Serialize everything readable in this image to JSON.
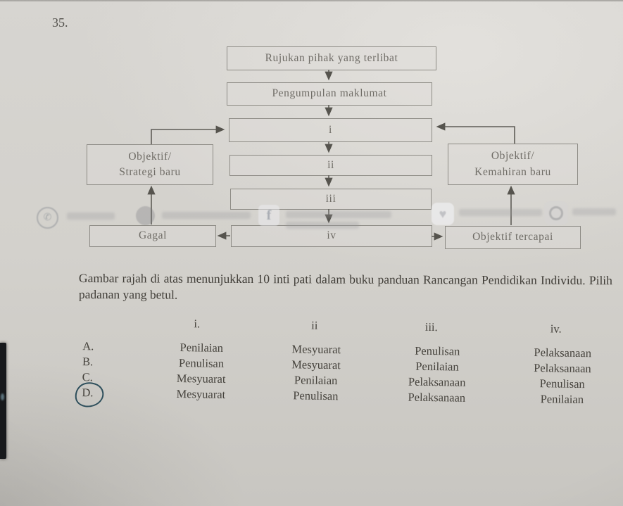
{
  "colors": {
    "paper": "#d3d1cc",
    "ink": "#45423c",
    "box_border": "#8d8b85",
    "diagram_text": "#6f6c66",
    "arrow": "#56544e",
    "selection_ink": "#2e4f5c"
  },
  "page": {
    "question_number": "35.",
    "question_text": "Gambar rajah di atas menunjukkan 10 inti pati dalam buku panduan Rancangan Pendidikan Individu. Pilih padanan yang betul."
  },
  "diagram": {
    "boxes": {
      "rujukan": "Rujukan pihak yang terlibat",
      "pengumpulan": "Pengumpulan maklumat",
      "step_i": "i",
      "step_ii": "ii",
      "step_iii": "iii",
      "step_iv": "iv",
      "objektif_strategi": {
        "line1": "Objektif/",
        "line2": "Strategi baru"
      },
      "gagal": "Gagal",
      "objektif_kemahiran": {
        "line1": "Objektif/",
        "line2": "Kemahiran baru"
      },
      "objektif_tercapai": "Objektif tercapai"
    }
  },
  "answers": {
    "headers": [
      "i.",
      "ii",
      "iii.",
      "iv."
    ],
    "rows": [
      {
        "label": "A.",
        "values": [
          "Penilaian",
          "Mesyuarat",
          "Penulisan",
          "Pelaksanaan"
        ]
      },
      {
        "label": "B.",
        "values": [
          "Penulisan",
          "Mesyuarat",
          "Penilaian",
          "Pelaksanaan"
        ]
      },
      {
        "label": "C.",
        "values": [
          "Mesyuarat",
          "Penilaian",
          "Pelaksanaan",
          "Penulisan"
        ]
      },
      {
        "label": "D.",
        "values": [
          "Mesyuarat",
          "Penulisan",
          "Pelaksanaan",
          "Penilaian"
        ]
      }
    ],
    "selected_option": "D"
  },
  "watermark": {
    "icons": [
      "phone-icon",
      "globe-icon",
      "facebook-icon",
      "heart-icon",
      "camera-icon"
    ],
    "glyphs": {
      "phone": "✆",
      "globe": "",
      "facebook": "f",
      "heart": "♥",
      "camera": ""
    }
  }
}
